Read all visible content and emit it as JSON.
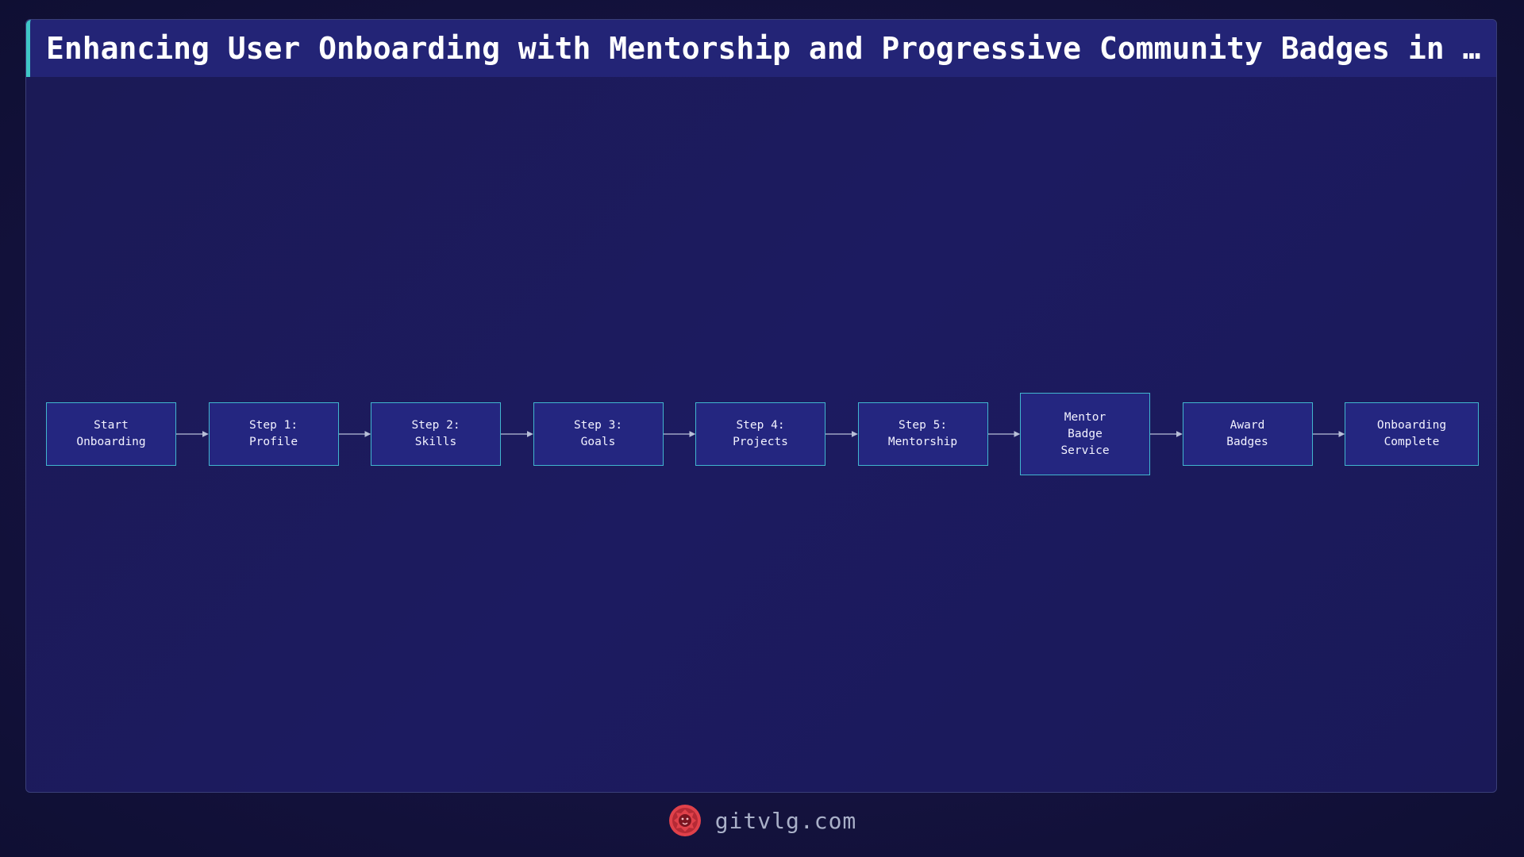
{
  "title": "Enhancing User Onboarding with Mentorship and Progressive Community Badges in L…",
  "nodes": [
    {
      "id": "start",
      "label": "Start\nOnboarding"
    },
    {
      "id": "profile",
      "label": "Step 1:\nProfile"
    },
    {
      "id": "skills",
      "label": "Step 2:\nSkills"
    },
    {
      "id": "goals",
      "label": "Step 3:\nGoals"
    },
    {
      "id": "projects",
      "label": "Step 4:\nProjects"
    },
    {
      "id": "mentorship",
      "label": "Step 5:\nMentorship"
    },
    {
      "id": "mentor-badge-service",
      "label": "Mentor\nBadge\nService"
    },
    {
      "id": "award-badges",
      "label": "Award\nBadges"
    },
    {
      "id": "complete",
      "label": "Onboarding\nComplete"
    }
  ],
  "edges": [
    [
      "start",
      "profile"
    ],
    [
      "profile",
      "skills"
    ],
    [
      "skills",
      "goals"
    ],
    [
      "goals",
      "projects"
    ],
    [
      "projects",
      "mentorship"
    ],
    [
      "mentorship",
      "mentor-badge-service"
    ],
    [
      "mentor-badge-service",
      "award-badges"
    ],
    [
      "award-badges",
      "complete"
    ]
  ],
  "footer": {
    "site": "gitvlg.com",
    "logo_icon": "lion-head-icon"
  },
  "colors": {
    "accent": "#3fc7c7",
    "node_fill": "#242680",
    "node_border": "#41b6cf",
    "edge": "#b8bfd8",
    "logo": "#e0414a"
  }
}
